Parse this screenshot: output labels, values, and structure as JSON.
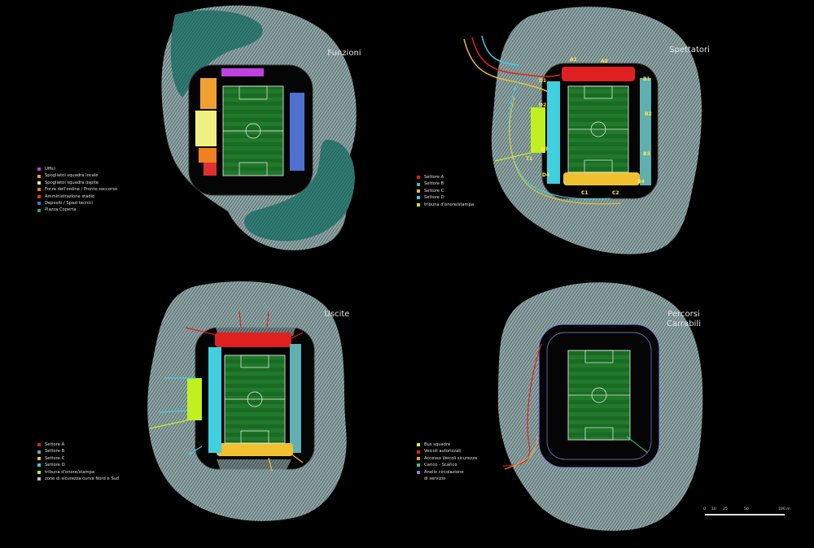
{
  "panels": {
    "funzioni": {
      "title": "Funzioni",
      "legend": [
        {
          "label": "Uffici",
          "color": "#c040e0"
        },
        {
          "label": "Spogliatoi squadra locale",
          "color": "#f0a030"
        },
        {
          "label": "Spogliatoi squadra ospite",
          "color": "#f0f080"
        },
        {
          "label": "Forze dell'ordine / Pronto soccorso",
          "color": "#f08020"
        },
        {
          "label": "Amministrazione stadio",
          "color": "#e03030"
        },
        {
          "label": "Depositi / Spazi tecnici",
          "color": "#5070d0"
        },
        {
          "label": "Piazza Coperta",
          "color": "#2aa080"
        }
      ]
    },
    "spettatori": {
      "title": "Spettatori",
      "legend": [
        {
          "label": "Settore A",
          "color": "#e02020"
        },
        {
          "label": "Settore B",
          "color": "#60b0b0"
        },
        {
          "label": "Settore C",
          "color": "#f0c030"
        },
        {
          "label": "Settore D",
          "color": "#40d0e0"
        },
        {
          "label": "tribuna d'onore/stampa",
          "color": "#c0f020"
        }
      ],
      "sector_labels": [
        "A1",
        "A2",
        "B1",
        "B2",
        "B3",
        "B4",
        "C1",
        "C2",
        "D1",
        "D2",
        "D3",
        "D4",
        "T1"
      ]
    },
    "uscite": {
      "title": "Uscite",
      "legend": [
        {
          "label": "Settore A",
          "color": "#e02020"
        },
        {
          "label": "Settore B",
          "color": "#60b0b0"
        },
        {
          "label": "Settore C",
          "color": "#f0c030"
        },
        {
          "label": "Settore D",
          "color": "#40d0e0"
        },
        {
          "label": "tribuna d'onore/stampa",
          "color": "#c0f020"
        },
        {
          "label": "zone di sicurezza curva Nord e Sud",
          "color": "#c0c0c0"
        }
      ]
    },
    "percorsi": {
      "title_line1": "Percorsi",
      "title_line2": "Carrabili",
      "legend": [
        {
          "label": "Bus squadre",
          "color": "#f0f020"
        },
        {
          "label": "Veicoli autorizzati",
          "color": "#e02020"
        },
        {
          "label": "Accesso Veicoli sicurezza",
          "color": "#f0a030"
        },
        {
          "label": "Carico - Scarico",
          "color": "#30d080"
        },
        {
          "label": "Anello circolazione",
          "color": "#8080e0"
        }
      ],
      "legend_extra": "di servizio"
    }
  },
  "scale_bar": {
    "ticks": [
      "0",
      "10",
      "25",
      "50",
      "100 m"
    ]
  }
}
